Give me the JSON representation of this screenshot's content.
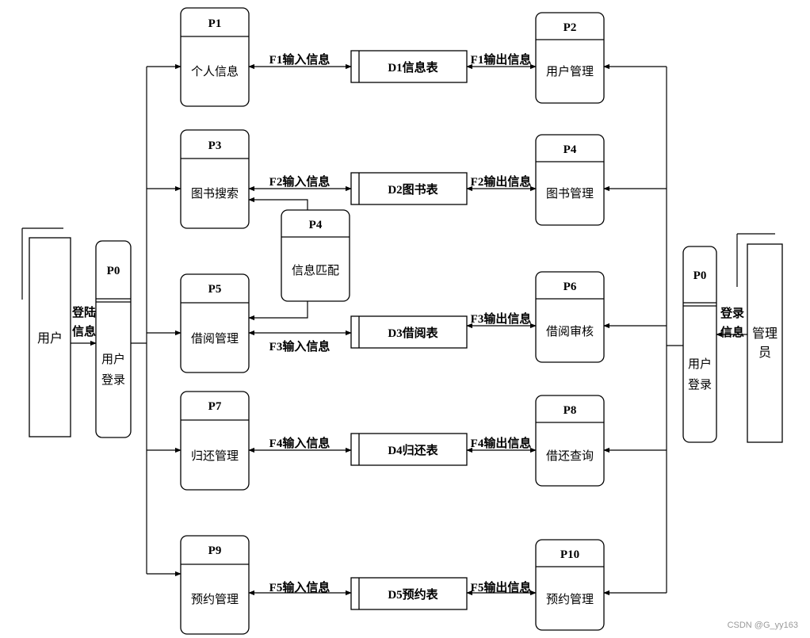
{
  "processes": {
    "p0_left": {
      "id": "P0",
      "name": [
        "用户",
        "登录"
      ]
    },
    "p0_right": {
      "id": "P0",
      "name": [
        "用户",
        "登录"
      ]
    },
    "p1": {
      "id": "P1",
      "name": "个人信息"
    },
    "p2": {
      "id": "P2",
      "name": "用户管理"
    },
    "p3": {
      "id": "P3",
      "name": "图书搜索"
    },
    "p4": {
      "id": "P4",
      "name": "图书管理"
    },
    "p4_match": {
      "id": "P4",
      "name": "信息匹配"
    },
    "p5": {
      "id": "P5",
      "name": "借阅管理"
    },
    "p6": {
      "id": "P6",
      "name": "借阅审核"
    },
    "p7": {
      "id": "P7",
      "name": "归还管理"
    },
    "p8": {
      "id": "P8",
      "name": "借还查询"
    },
    "p9": {
      "id": "P9",
      "name": "预约管理"
    },
    "p10": {
      "id": "P10",
      "name": "预约管理"
    }
  },
  "stores": {
    "d1": "D1信息表",
    "d2": "D2图书表",
    "d3": "D3借阅表",
    "d4": "D4归还表",
    "d5": "D5预约表"
  },
  "flows": {
    "f1_in": "F1输入信息",
    "f1_out": "F1输出信息",
    "f2_in": "F2输入信息",
    "f2_out": "F2输出信息",
    "f3_in": "F3输入信息",
    "f3_out": "F3输出信息",
    "f4_in": "F4输入信息",
    "f4_out": "F4输出信息",
    "f5_in": "F5输入信息",
    "f5_out": "F5输出信息",
    "login_left": [
      "登陆",
      "信息"
    ],
    "login_right": [
      "登录",
      "信息"
    ]
  },
  "entities": {
    "user": "用户",
    "admin": [
      "管理",
      "员"
    ]
  },
  "watermark": "CSDN @G_yy163"
}
